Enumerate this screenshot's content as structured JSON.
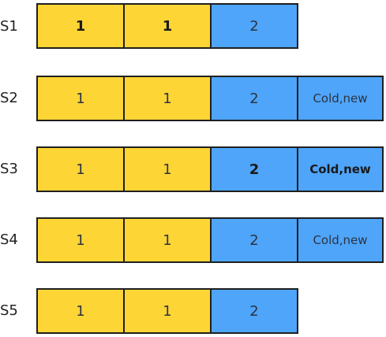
{
  "colors": {
    "yellow": "#fdd535",
    "blue": "#4ea5fa",
    "border": "#1f1f1f"
  },
  "rows": [
    {
      "label": "S1",
      "cells": [
        {
          "text": "1",
          "color": "yellow",
          "bold": true
        },
        {
          "text": "1",
          "color": "yellow",
          "bold": true
        },
        {
          "text": "2",
          "color": "blue",
          "bold": false
        }
      ]
    },
    {
      "label": "S2",
      "cells": [
        {
          "text": "1",
          "color": "yellow",
          "bold": false
        },
        {
          "text": "1",
          "color": "yellow",
          "bold": false
        },
        {
          "text": "2",
          "color": "blue",
          "bold": false
        },
        {
          "text": "Cold,new",
          "color": "blue",
          "bold": false
        }
      ]
    },
    {
      "label": "S3",
      "cells": [
        {
          "text": "1",
          "color": "yellow",
          "bold": false
        },
        {
          "text": "1",
          "color": "yellow",
          "bold": false
        },
        {
          "text": "2",
          "color": "blue",
          "bold": true
        },
        {
          "text": "Cold,new",
          "color": "blue",
          "bold": true
        }
      ]
    },
    {
      "label": "S4",
      "cells": [
        {
          "text": "1",
          "color": "yellow",
          "bold": false
        },
        {
          "text": "1",
          "color": "yellow",
          "bold": false
        },
        {
          "text": "2",
          "color": "blue",
          "bold": false
        },
        {
          "text": "Cold,new",
          "color": "blue",
          "bold": false
        }
      ]
    },
    {
      "label": "S5",
      "cells": [
        {
          "text": "1",
          "color": "yellow",
          "bold": false
        },
        {
          "text": "1",
          "color": "yellow",
          "bold": false
        },
        {
          "text": "2",
          "color": "blue",
          "bold": false
        }
      ]
    }
  ]
}
